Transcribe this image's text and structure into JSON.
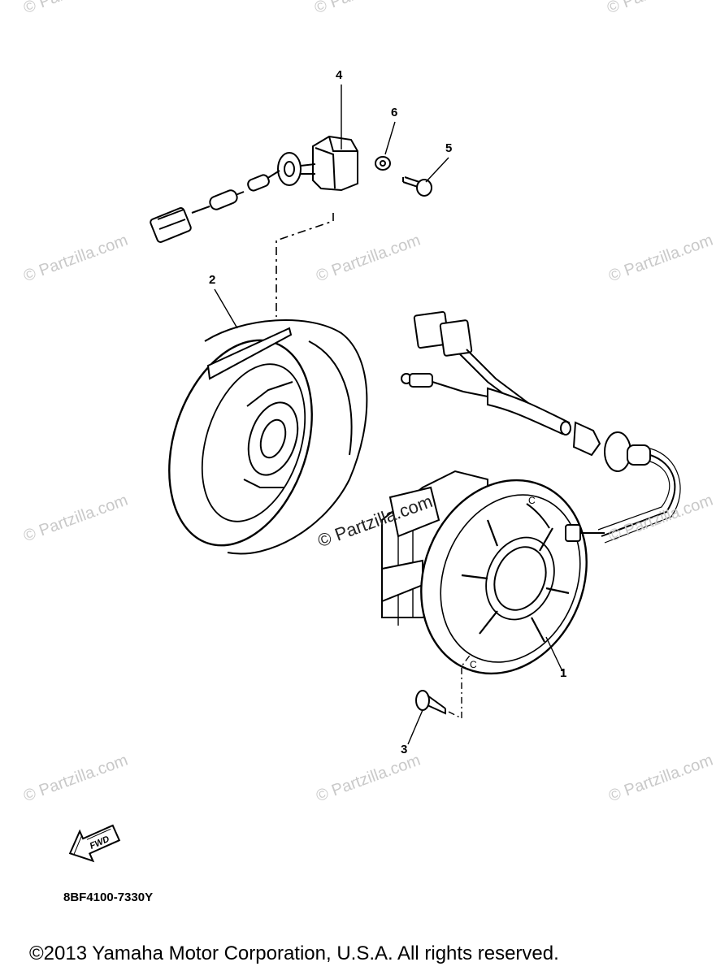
{
  "callouts": [
    "1",
    "2",
    "3",
    "4",
    "5",
    "6"
  ],
  "watermark": "© Partzilla.com",
  "fwd_label": "FWD",
  "part_code": "8BF4100-7330Y",
  "copyright": "©2013 Yamaha Motor Corporation, U.S.A. All rights reserved.",
  "icons": [
    "fwd-arrow-icon"
  ]
}
